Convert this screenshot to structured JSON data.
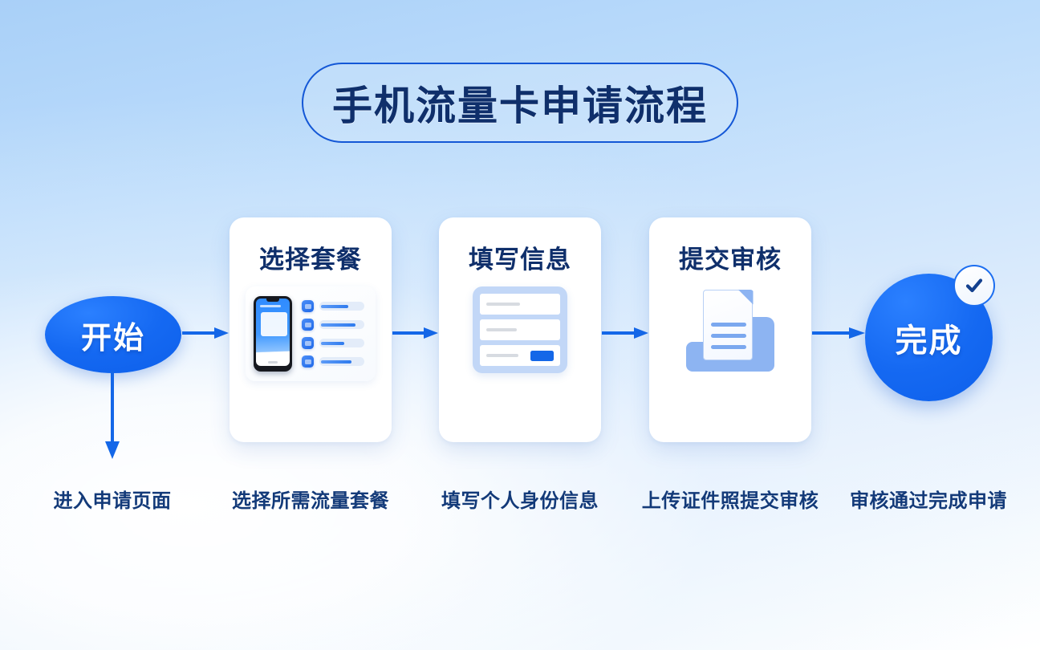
{
  "title": {
    "text": "手机流量卡申请流程"
  },
  "colors": {
    "primary_blue": "#1569f2",
    "deep_navy": "#0f2f6b",
    "caption_blue": "#133a79",
    "arrow_blue": "#1467e8",
    "illustration_light_blue": "#8db4f2",
    "card_white": "#ffffff"
  },
  "start_node": {
    "label": "开始",
    "shape": "ellipse"
  },
  "finish_node": {
    "label": "完成",
    "shape": "circle",
    "badge_icon": "check-circle-icon"
  },
  "steps": [
    {
      "title": "选择套餐",
      "illustration": "phone-plan-picker-icon",
      "options": [
        {
          "fill_percent": 62
        },
        {
          "fill_percent": 78
        },
        {
          "fill_percent": 54
        },
        {
          "fill_percent": 70
        }
      ]
    },
    {
      "title": "填写信息",
      "illustration": "form-fields-icon",
      "fields": [
        {
          "placeholder_width": 42
        },
        {
          "placeholder_width": 38
        },
        {
          "placeholder_width": 40
        }
      ],
      "submit_button": true
    },
    {
      "title": "提交审核",
      "illustration": "document-upload-icon",
      "document_lines": 3
    }
  ],
  "captions": [
    "进入申请页面",
    "选择所需流量套餐",
    "填写个人身份信息",
    "上传证件照提交审核",
    "审核通过完成申请"
  ],
  "arrows": {
    "direction": "right",
    "start_branch_direction": "down"
  }
}
